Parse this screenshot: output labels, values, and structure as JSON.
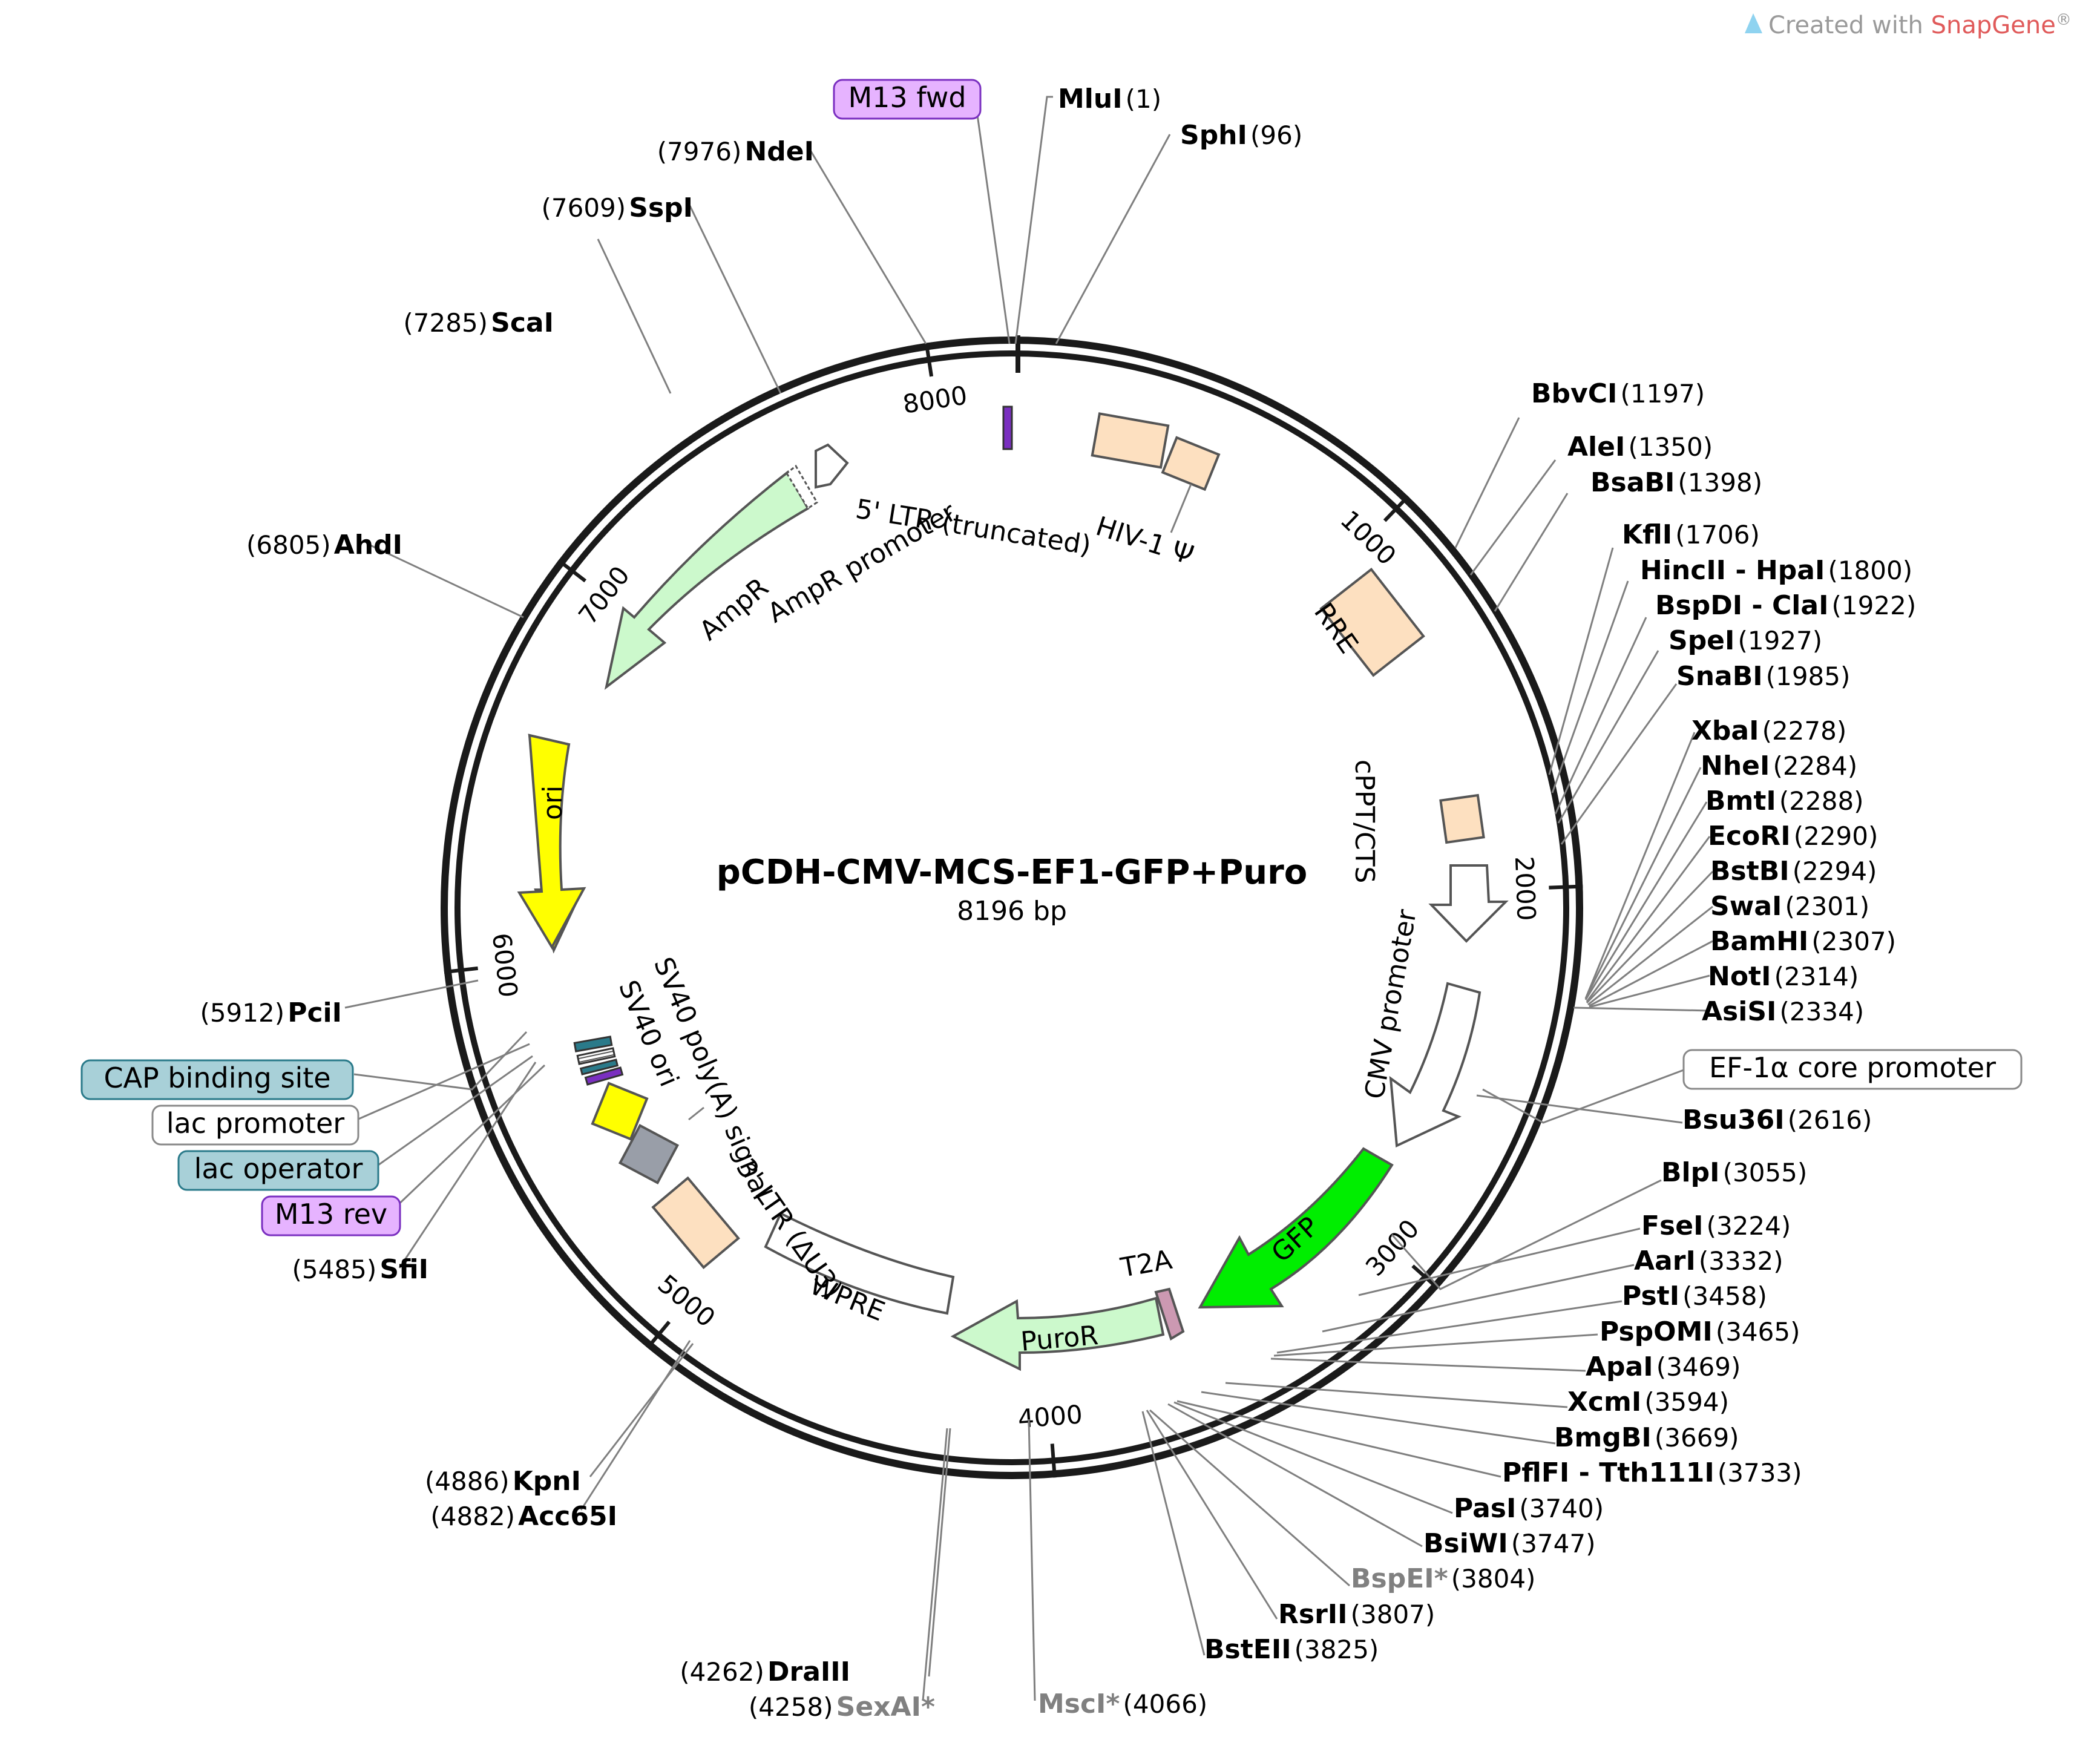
{
  "watermark": {
    "prefix": "Created with ",
    "brand": "SnapGene",
    "suffix": "®",
    "brand_color": "#e05a5a",
    "icon": "snapgene-logo-icon"
  },
  "plasmid": {
    "name": "pCDH-CMV-MCS-EF1-GFP+Puro",
    "length_label": "8196 bp",
    "length": 8196
  },
  "ticks": [
    {
      "pos": 1000,
      "label": "1000"
    },
    {
      "pos": 2000,
      "label": "2000"
    },
    {
      "pos": 3000,
      "label": "3000"
    },
    {
      "pos": 4000,
      "label": "4000"
    },
    {
      "pos": 5000,
      "label": "5000"
    },
    {
      "pos": 6000,
      "label": "6000"
    },
    {
      "pos": 7000,
      "label": "7000"
    },
    {
      "pos": 8000,
      "label": "8000"
    }
  ],
  "enzymes_right": [
    {
      "name": "MluI",
      "pos": "(1)"
    },
    {
      "name": "SphI",
      "pos": "(96)"
    },
    {
      "name": "BbvCI",
      "pos": "(1197)"
    },
    {
      "name": "AleI",
      "pos": "(1350)"
    },
    {
      "name": "BsaBI",
      "pos": "(1398)"
    },
    {
      "name": "KflI",
      "pos": "(1706)"
    },
    {
      "name": "HincII - HpaI",
      "pos": "(1800)"
    },
    {
      "name": "BspDI - ClaI",
      "pos": "(1922)"
    },
    {
      "name": "SpeI",
      "pos": "(1927)"
    },
    {
      "name": "SnaBI",
      "pos": "(1985)"
    },
    {
      "name": "XbaI",
      "pos": "(2278)"
    },
    {
      "name": "NheI",
      "pos": "(2284)"
    },
    {
      "name": "BmtI",
      "pos": "(2288)"
    },
    {
      "name": "EcoRI",
      "pos": "(2290)"
    },
    {
      "name": "BstBI",
      "pos": "(2294)"
    },
    {
      "name": "SwaI",
      "pos": "(2301)"
    },
    {
      "name": "BamHI",
      "pos": "(2307)"
    },
    {
      "name": "NotI",
      "pos": "(2314)"
    },
    {
      "name": "AsiSI",
      "pos": "(2334)"
    },
    {
      "name": "Bsu36I",
      "pos": "(2616)"
    },
    {
      "name": "BlpI",
      "pos": "(3055)"
    },
    {
      "name": "FseI",
      "pos": "(3224)"
    },
    {
      "name": "AarI",
      "pos": "(3332)"
    },
    {
      "name": "PstI",
      "pos": "(3458)"
    },
    {
      "name": "PspOMI",
      "pos": "(3465)"
    },
    {
      "name": "ApaI",
      "pos": "(3469)"
    },
    {
      "name": "XcmI",
      "pos": "(3594)"
    },
    {
      "name": "BmgBI",
      "pos": "(3669)"
    },
    {
      "name": "PflFI - Tth111I",
      "pos": "(3733)"
    },
    {
      "name": "PasI",
      "pos": "(3740)"
    },
    {
      "name": "BsiWI",
      "pos": "(3747)"
    },
    {
      "name": "BspEI*",
      "pos": "(3804)"
    },
    {
      "name": "RsrII",
      "pos": "(3807)"
    },
    {
      "name": "BstEII",
      "pos": "(3825)"
    },
    {
      "name": "MscI*",
      "pos": "(4066)"
    }
  ],
  "enzymes_left": [
    {
      "name": "NdeI",
      "pos": "(7976)"
    },
    {
      "name": "SspI",
      "pos": "(7609)"
    },
    {
      "name": "ScaI",
      "pos": "(7285)"
    },
    {
      "name": "AhdI",
      "pos": "(6805)"
    },
    {
      "name": "PciI",
      "pos": "(5912)"
    },
    {
      "name": "SfiI",
      "pos": "(5485)"
    },
    {
      "name": "KpnI",
      "pos": "(4886)"
    },
    {
      "name": "Acc65I",
      "pos": "(4882)"
    },
    {
      "name": "DraIII",
      "pos": "(4262)"
    },
    {
      "name": "SexAI*",
      "pos": "(4258)"
    }
  ],
  "boxed_labels": {
    "m13_fwd": "M13 fwd",
    "ef1a": "EF-1α core promoter",
    "cap": "CAP binding site",
    "lac_promoter": "lac promoter",
    "lac_operator": "lac operator",
    "m13_rev": "M13 rev"
  },
  "features": {
    "ltr5": "5' LTR (truncated)",
    "hiv": "HIV-1 Ψ",
    "rre": "RRE",
    "cppt": "cPPT/CTS",
    "cmv": "CMV promoter",
    "gfp": "GFP",
    "t2a": "T2A",
    "puror": "PuroR",
    "wpre": "WPRE",
    "ltr3": "3' LTR (ΔU3)",
    "sv40pa": "SV40 poly(A) signal",
    "sv40ori": "SV40 ori",
    "ori": "ori",
    "ampr": "AmpR",
    "ampr_promoter": "AmpR promoter"
  },
  "colors": {
    "ampr": "#ccf9cc",
    "ori": "#ffff00",
    "gfp": "#00ee00",
    "puror": "#ccf9cc",
    "ltr": "#fde0c0",
    "t2a": "#cc99b2",
    "m13": "#e6b3ff",
    "cap": "#a8d0d8",
    "sv40ori_box": "#999ea8",
    "sv40pa_box": "#ffff00",
    "m13_fwd_mark": "#7a2fc0"
  }
}
